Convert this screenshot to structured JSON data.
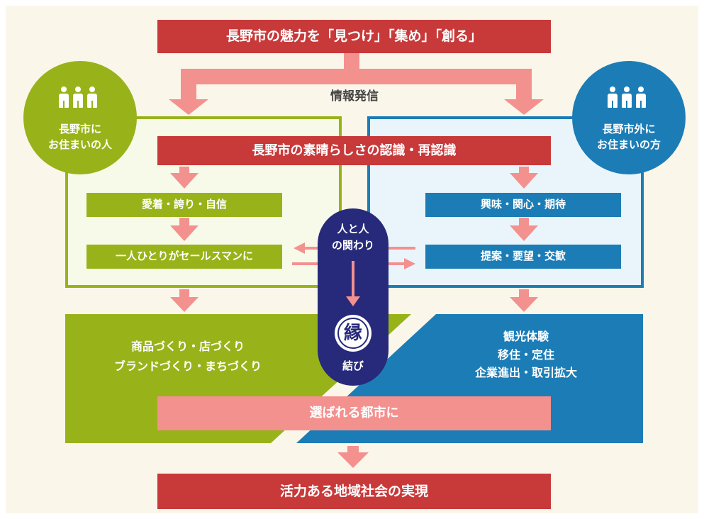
{
  "colors": {
    "red": "#c8393a",
    "pink": "#f3918f",
    "green": "#98b319",
    "blue": "#1c7db6",
    "navy": "#272a7a",
    "green_panel_bg": "#f7fae8",
    "blue_panel_bg": "#eaf5fb"
  },
  "top_banner": "長野市の魅力を「見つけ」「集め」「創る」",
  "info_label": "情報発信",
  "residents": {
    "icon": "people-icon",
    "line1": "長野市に",
    "line2": "お住まいの人"
  },
  "non_residents": {
    "icon": "people-icon",
    "line1": "長野市外に",
    "line2": "お住まいの方"
  },
  "recognition_banner": "長野市の素晴らしさの認識・再認識",
  "left_steps": [
    "愛着・誇り・自信",
    "一人ひとりがセールスマンに"
  ],
  "right_steps": [
    "興味・関心・期待",
    "提案・要望・交歓"
  ],
  "center_pill": {
    "line1": "人と人",
    "line2": "の関わり",
    "seal": "縁",
    "bottom": "結び"
  },
  "left_outcome": [
    "商品づくり・店づくり",
    "ブランドづくり・まちづくり"
  ],
  "right_outcome": [
    "観光体験",
    "移住・定住",
    "企業進出・取引拡大"
  ],
  "chosen_city": "選ばれる都市に",
  "final_banner": "活力ある地域社会の実現"
}
